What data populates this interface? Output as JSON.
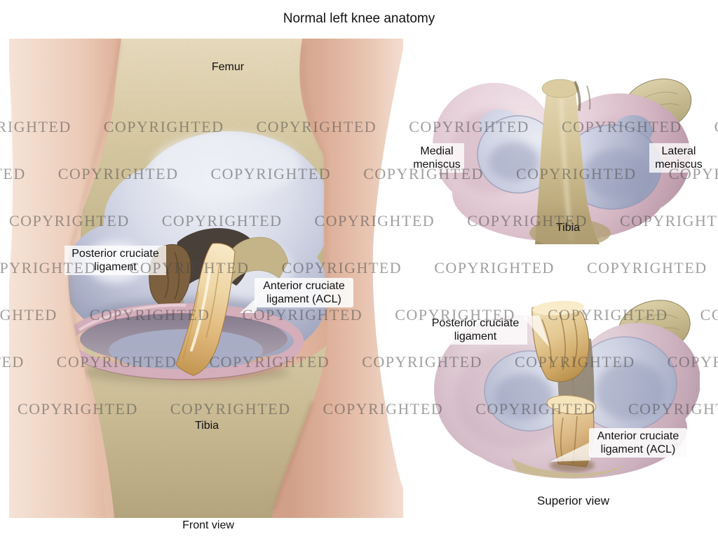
{
  "title": "Normal left knee anatomy",
  "watermark": {
    "text": "COPYRIGHTED"
  },
  "front_view": {
    "caption": "Front view",
    "labels": {
      "femur": "Femur",
      "posterior_cruciate": "Posterior cruciate\nligament",
      "anterior_cruciate": "Anterior cruciate\nligament (ACL)",
      "tibia": "Tibia"
    }
  },
  "superior_view_top": {
    "labels": {
      "medial_meniscus": "Medial\nmeniscus",
      "lateral_meniscus": "Lateral\nmeniscus",
      "tibia": "Tibia"
    }
  },
  "superior_view_bottom": {
    "caption": "Superior view",
    "labels": {
      "posterior_cruciate": "Posterior cruciate\nligament",
      "anterior_cruciate": "Anterior cruciate\nligament (ACL)"
    }
  },
  "colors": {
    "skin": "#dcae97",
    "bone": "#d6c9a2",
    "cartilage": "#bfc3d8",
    "meniscus_pink": "#d4aeba",
    "ligament_gold": "#e0b97e",
    "watermark_gray": "#8c8a88",
    "label_text": "#111111"
  }
}
